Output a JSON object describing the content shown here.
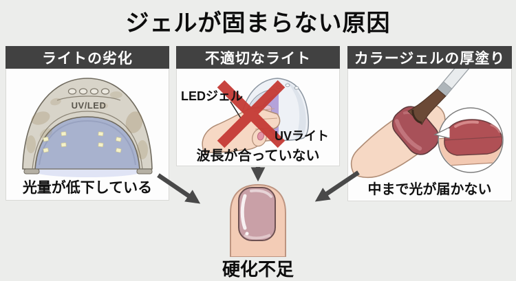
{
  "title": "ジェルが固まらない原因",
  "panels": [
    {
      "id": "light-deterioration",
      "header": "ライトの劣化",
      "caption": "光量が低下している",
      "lamp_text": "UV/LED"
    },
    {
      "id": "wrong-light-type",
      "header": "不適切なライト",
      "caption": "波長が合っていない",
      "label_gel": "LEDジェル",
      "label_light": "UVライト"
    },
    {
      "id": "thick-color-gel",
      "header": "カラージェルの厚塗り",
      "caption": "中まで光が届かない"
    }
  ],
  "result_label": "硬化不足",
  "colors": {
    "background": "#ecedeb",
    "panel_bg": "#fdfdfd",
    "panel_border": "#d9d9d6",
    "header_bg": "#414141",
    "header_text": "#ffffff",
    "text": "#111111",
    "arrow": "#494949",
    "cross_mark": "#c53b35",
    "lamp_body_worn": "#d8d4c9",
    "lamp_cavity": "#a8b2ce",
    "led_chip": "#f5f2c9",
    "skin": "#f6d8c4",
    "gel_red": "#a85159",
    "nail_uncured": "#c9a0a7"
  }
}
